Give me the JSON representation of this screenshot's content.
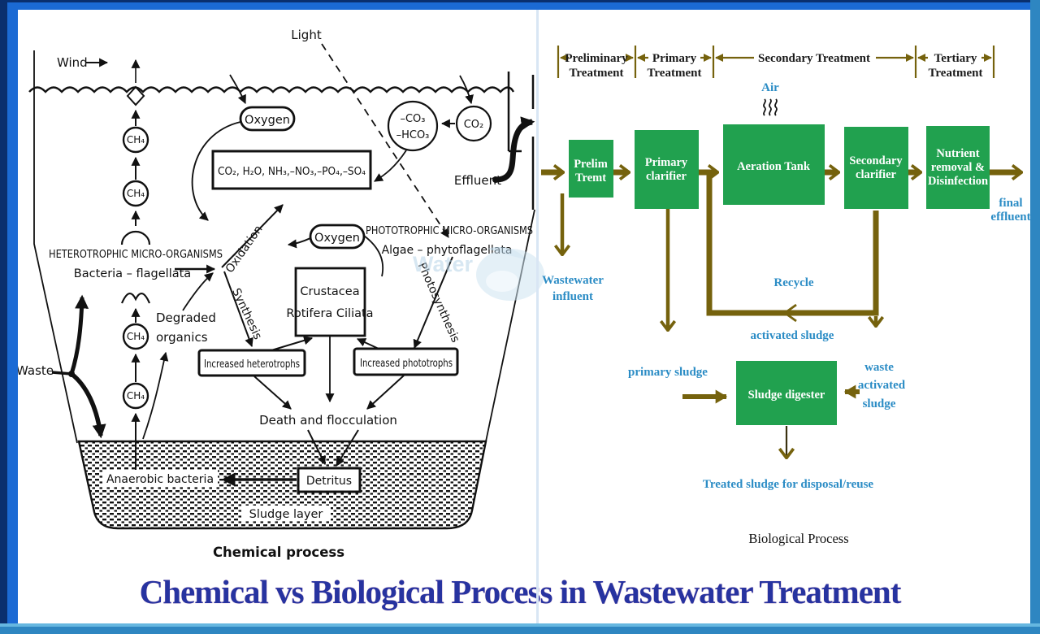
{
  "title": "Chemical vs Biological Process in Wastewater Treatment",
  "colors": {
    "box_green": "#21a14f",
    "arrow_olive": "#75620d",
    "label_blue": "#2b8cc5",
    "title_blue": "#2733a0",
    "border_navy": "#0a2f6e",
    "border_blue": "#1b6ad4",
    "border_teal": "#2e86c1"
  },
  "watermark": {
    "text": "Water"
  },
  "left_diagram": {
    "caption": "Chemical process",
    "labels": {
      "wind": "Wind",
      "light": "Light",
      "waste": "Waste",
      "ch4": "CH₄",
      "oxygen": "Oxygen",
      "chemicals": "CO₂, H₂O, NH₃,–NO₃,–PO₄,–SO₄",
      "co3": "–CO₃",
      "hco3": "–HCO₃",
      "co2": "CO₂",
      "effluent": "Effluent",
      "phototrophic": "PHOTOTROPHIC MICRO-ORGANISMS",
      "algae": "Algae – phytoflagellata",
      "heterotrophic": "HETEROTROPHIC MICRO-ORGANISMS",
      "bacteria": "Bacteria – flagellata",
      "oxidation": "Oxidation",
      "synthesis": "Synthesis",
      "photosynthesis": "Photosynthesis",
      "crustacea_line1": "Crustacea",
      "crustacea_line2": "Rotifera Ciliata",
      "degraded_line1": "Degraded",
      "degraded_line2": "organics",
      "increased_heterotrophs": "Increased heterotrophs",
      "increased_phototrophs": "Increased phototrophs",
      "death": "Death and flocculation",
      "anaerobic": "Anaerobic bacteria",
      "detritus": "Detritus",
      "sludge_layer": "Sludge layer"
    }
  },
  "right_diagram": {
    "caption": "Biological Process",
    "stages": [
      {
        "line1": "Preliminary",
        "line2": "Treatment"
      },
      {
        "line1": "Primary",
        "line2": "Treatment"
      },
      {
        "line1": "Secondary Treatment",
        "line2": ""
      },
      {
        "line1": "Tertiary",
        "line2": "Treatment"
      }
    ],
    "air": "Air",
    "boxes": {
      "prelim_line1": "Prelim",
      "prelim_line2": "Tremt",
      "primary_line1": "Primary",
      "primary_line2": "clarifier",
      "aeration": "Aeration Tank",
      "secondary_line1": "Secondary",
      "secondary_line2": "clarifier",
      "nutrient_line1": "Nutrient",
      "nutrient_line2": "removal &",
      "nutrient_line3": "Disinfection",
      "digester": "Sludge digester"
    },
    "labels": {
      "final_line1": "final",
      "final_line2": "effluent",
      "influent_line1": "Wastewater",
      "influent_line2": "influent",
      "recycle": "Recycle",
      "activated_sludge": "activated sludge",
      "primary_sludge": "primary  sludge",
      "waste_line1": "waste",
      "waste_line2": "activated",
      "waste_line3": "sludge",
      "treated": "Treated sludge for disposal/reuse"
    }
  }
}
